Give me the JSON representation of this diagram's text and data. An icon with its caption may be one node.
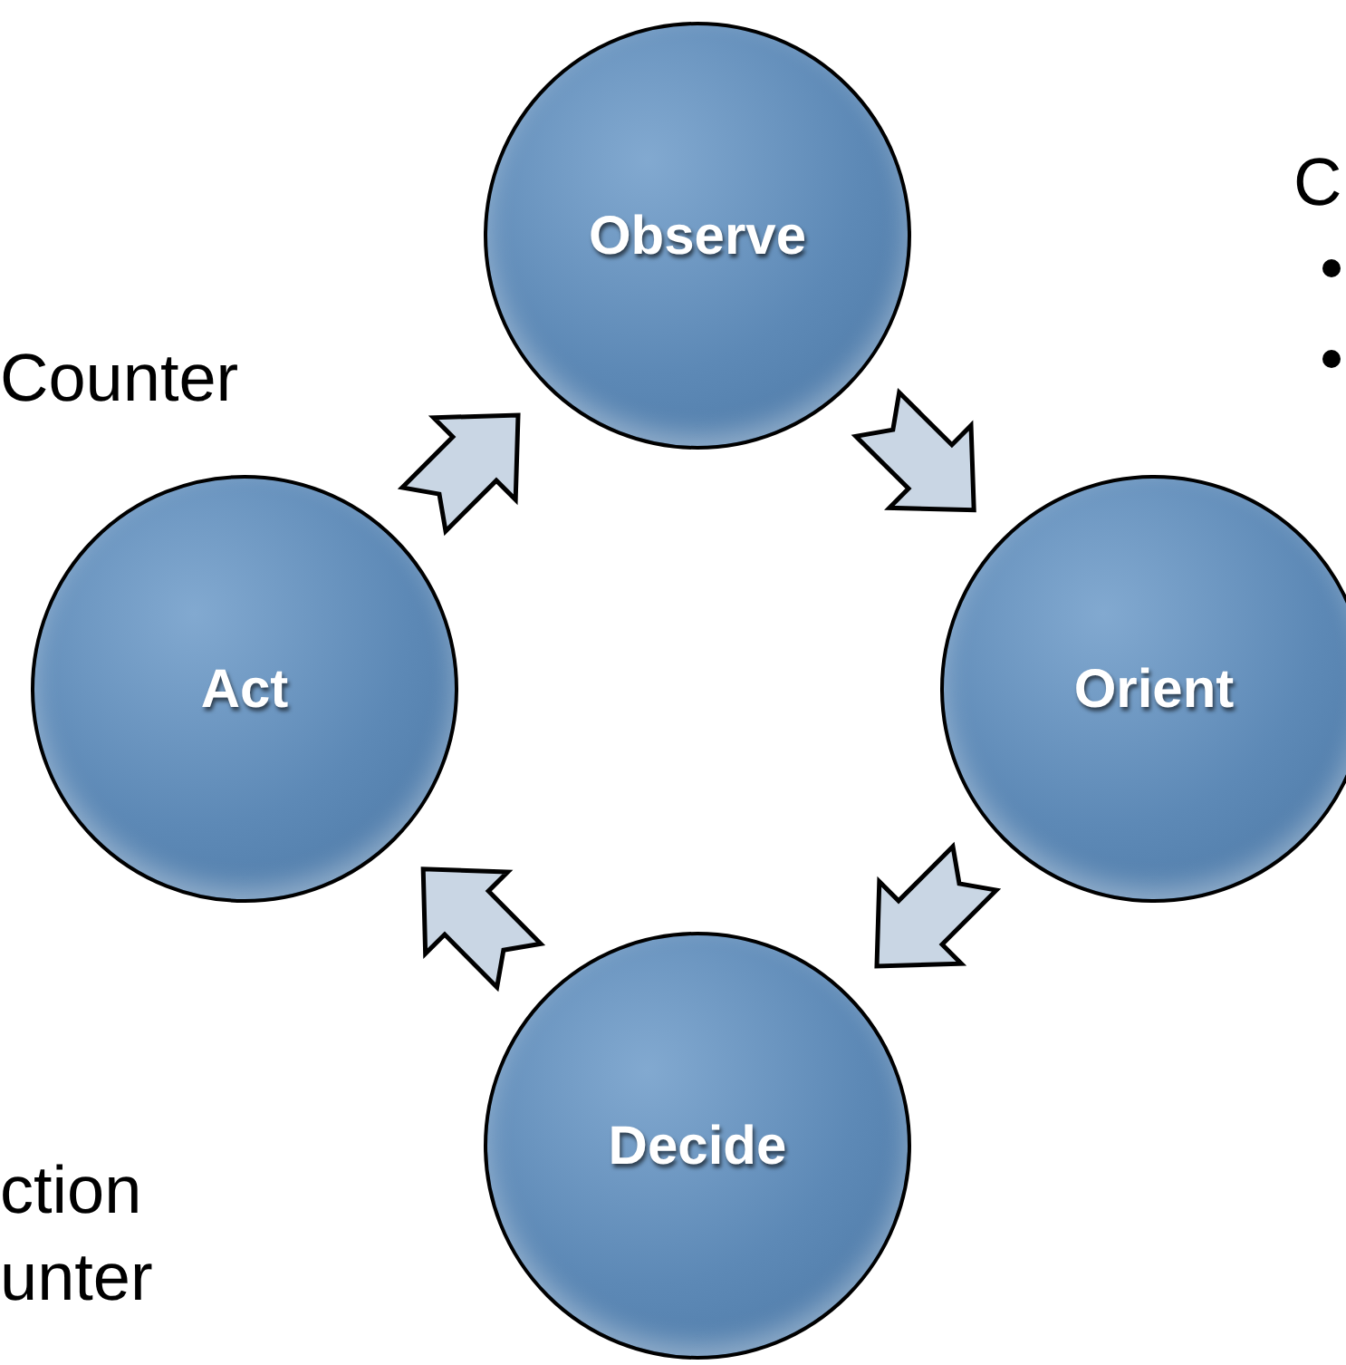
{
  "diagram": {
    "nodes": [
      {
        "text": [
          "Observe"
        ]
      },
      {
        "text": [
          "Orient"
        ]
      },
      {
        "text": [
          "Decide"
        ]
      },
      {
        "text": [
          "Act"
        ]
      }
    ],
    "edges": [
      {
        "from": 0,
        "to": 1,
        "arrow": "to"
      },
      {
        "from": 1,
        "to": 2,
        "arrow": "to"
      },
      {
        "from": 2,
        "to": 3,
        "arrow": "to"
      },
      {
        "from": 3,
        "to": 0,
        "arrow": "to"
      }
    ],
    "labels": [
      "Counter",
      "C",
      "ction",
      "unter"
    ]
  }
}
